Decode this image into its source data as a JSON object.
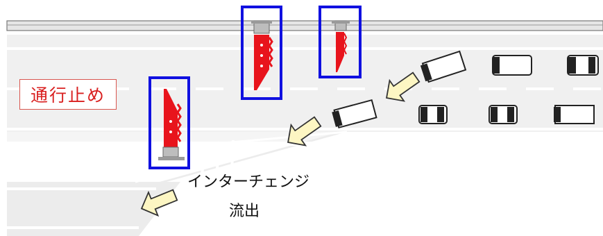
{
  "closure_label": "通行止め",
  "exit_label_line1": "インターチェンジ",
  "exit_label_line2": "流出",
  "colors": {
    "road": "#f0f0f0",
    "closure_text": "#d92020",
    "cone_red": "#e8141c",
    "highlight_box": "#1010e0",
    "arrow_fill": "#fdf6c3"
  },
  "icons": [
    "traffic-cone-icon",
    "car-icon",
    "truck-icon",
    "direction-arrow-icon"
  ]
}
